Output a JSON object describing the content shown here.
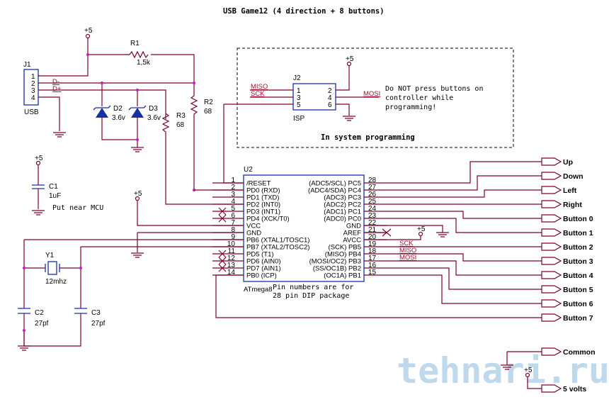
{
  "title": "USB Game12 (4 direction + 8 buttons)",
  "power_label": "+5",
  "usb": {
    "ref": "J1",
    "name": "USB",
    "pins": [
      "1",
      "2",
      "3",
      "4"
    ],
    "nets": {
      "dminus": "D-",
      "dplus": "D+"
    }
  },
  "resistors": [
    {
      "ref": "R1",
      "value": "1,5k"
    },
    {
      "ref": "R2",
      "value": "68"
    },
    {
      "ref": "R3",
      "value": "68"
    }
  ],
  "diodes": [
    {
      "ref": "D2",
      "value": "3.6v"
    },
    {
      "ref": "D3",
      "value": "3.6v"
    }
  ],
  "capacitors": [
    {
      "ref": "C1",
      "value": "1uF"
    },
    {
      "ref": "C2",
      "value": "27pf"
    },
    {
      "ref": "C3",
      "value": "27pf"
    }
  ],
  "c1_note": "Put near MCU",
  "crystal": {
    "ref": "Y1",
    "value": "12mhz"
  },
  "isp": {
    "ref": "J2",
    "name": "ISP",
    "left_pins": [
      "1",
      "3",
      "5"
    ],
    "right_pins": [
      "2",
      "4",
      "6"
    ],
    "nets": {
      "miso": "MISO",
      "sck": "SCK",
      "mosi": "MOSI"
    },
    "note_lines": [
      "Do NOT press buttons on",
      "controller while",
      "programming!"
    ],
    "caption": "In system programming"
  },
  "mcu": {
    "ref": "U2",
    "part": "ATmega8",
    "left_pins": [
      {
        "num": "1",
        "name": "/RESET"
      },
      {
        "num": "2",
        "name": "PD0 (RXD)"
      },
      {
        "num": "3",
        "name": "PD1 (TXD)"
      },
      {
        "num": "4",
        "name": "PD2 (INT0)"
      },
      {
        "num": "5",
        "name": "PD3 (INT1)"
      },
      {
        "num": "6",
        "name": "PD4 (XCK/T0)"
      },
      {
        "num": "7",
        "name": "VCC"
      },
      {
        "num": "8",
        "name": "GND"
      },
      {
        "num": "9",
        "name": "PB6 (XTAL1/TOSC1)"
      },
      {
        "num": "10",
        "name": "PB7 (XTAL2/TOSC2)"
      },
      {
        "num": "11",
        "name": "PD5 (T1)"
      },
      {
        "num": "12",
        "name": "PD6 (AIN0)"
      },
      {
        "num": "13",
        "name": "PD7 (AIN1)"
      },
      {
        "num": "14",
        "name": "PB0 (ICP)"
      }
    ],
    "right_pins": [
      {
        "num": "28",
        "name": "(ADC5/SCL) PC5"
      },
      {
        "num": "27",
        "name": "(ADC4/SDA) PC4"
      },
      {
        "num": "26",
        "name": "(ADC3) PC3"
      },
      {
        "num": "25",
        "name": "(ADC2) PC2"
      },
      {
        "num": "24",
        "name": "(ADC1) PC1"
      },
      {
        "num": "23",
        "name": "(ADC0) PC0"
      },
      {
        "num": "22",
        "name": "GND"
      },
      {
        "num": "21",
        "name": "AREF"
      },
      {
        "num": "20",
        "name": "AVCC"
      },
      {
        "num": "19",
        "name": "(SCK) PB5"
      },
      {
        "num": "18",
        "name": "(MISO) PB4"
      },
      {
        "num": "17",
        "name": "(MOSI/OC2) PB3"
      },
      {
        "num": "16",
        "name": "(SS/OC1B) PB2"
      },
      {
        "num": "15",
        "name": "(OC1A) PB1"
      }
    ],
    "note_lines": [
      "Pin numbers are for",
      "28 pin DIP package"
    ],
    "nets": {
      "sck": "SCK",
      "miso": "MISO",
      "mosi": "MOSI"
    }
  },
  "outputs": [
    "Up",
    "Down",
    "Left",
    "Right",
    "Button 0",
    "Button 1",
    "Button 2",
    "Button 3",
    "Button 4",
    "Button 5",
    "Button 6",
    "Button 7"
  ],
  "power_outputs": [
    "Common",
    "5 volts"
  ],
  "watermark": "tehnari.ru"
}
